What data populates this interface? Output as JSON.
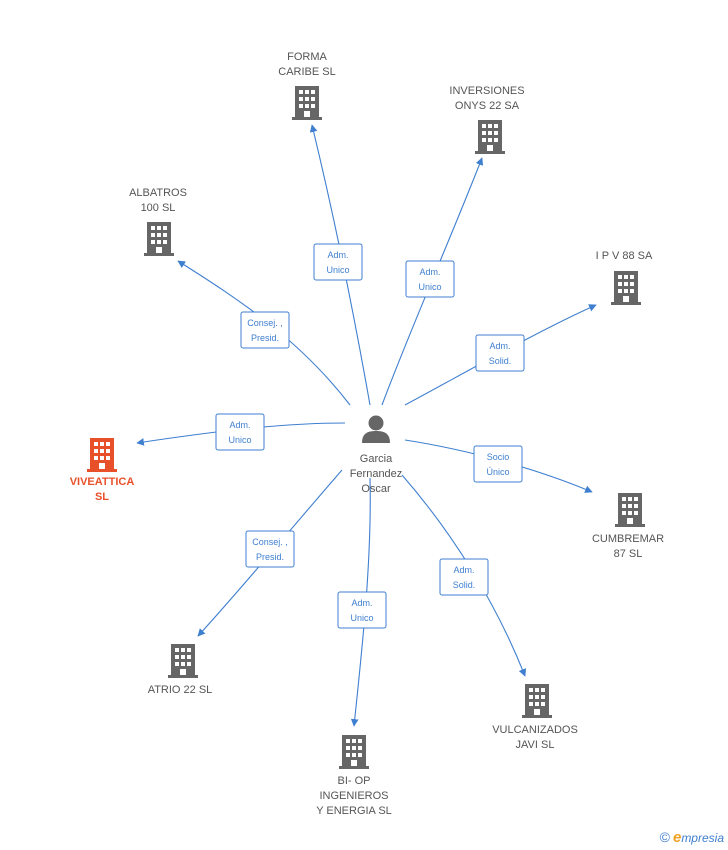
{
  "colors": {
    "edge": "#3f7fd0",
    "icon": "#666666",
    "highlight": "#e8502a",
    "text": "#555555"
  },
  "center": {
    "name_lines": [
      "Garcia",
      "Fernandez",
      "Oscar"
    ],
    "icon": "person-icon"
  },
  "companies": [
    {
      "id": "forma-caribe",
      "name_lines": [
        "FORMA",
        "CARIBE SL"
      ],
      "relation_lines": [
        "Adm.",
        "Unico"
      ],
      "highlight": false
    },
    {
      "id": "inversiones-onys",
      "name_lines": [
        "INVERSIONES",
        "ONYS 22 SA"
      ],
      "relation_lines": [
        "Adm.",
        "Unico"
      ],
      "highlight": false
    },
    {
      "id": "albatros",
      "name_lines": [
        "ALBATROS",
        "100  SL"
      ],
      "relation_lines": [
        "Consej. ,",
        "Presid."
      ],
      "highlight": false
    },
    {
      "id": "ipv88",
      "name_lines": [
        "I P V 88 SA"
      ],
      "relation_lines": [
        "Adm.",
        "Solid."
      ],
      "highlight": false
    },
    {
      "id": "viveattica",
      "name_lines": [
        "VIVEATTICA",
        "SL"
      ],
      "relation_lines": [
        "Adm.",
        "Unico"
      ],
      "highlight": true
    },
    {
      "id": "cumbremar",
      "name_lines": [
        "CUMBREMAR",
        "87 SL"
      ],
      "relation_lines": [
        "Socio",
        "Único"
      ],
      "highlight": false
    },
    {
      "id": "atrio22",
      "name_lines": [
        "ATRIO 22  SL"
      ],
      "relation_lines": [
        "Consej. ,",
        "Presid."
      ],
      "highlight": false
    },
    {
      "id": "vulcanizados",
      "name_lines": [
        "VULCANIZADOS",
        "JAVI SL"
      ],
      "relation_lines": [
        "Adm.",
        "Solid."
      ],
      "highlight": false
    },
    {
      "id": "biop",
      "name_lines": [
        "BI- OP",
        "INGENIEROS",
        "Y ENERGIA  SL"
      ],
      "relation_lines": [
        "Adm.",
        "Unico"
      ],
      "highlight": false
    }
  ],
  "footer": {
    "copyright": "©",
    "brand_initial": "e",
    "brand_rest": "mpresia"
  }
}
